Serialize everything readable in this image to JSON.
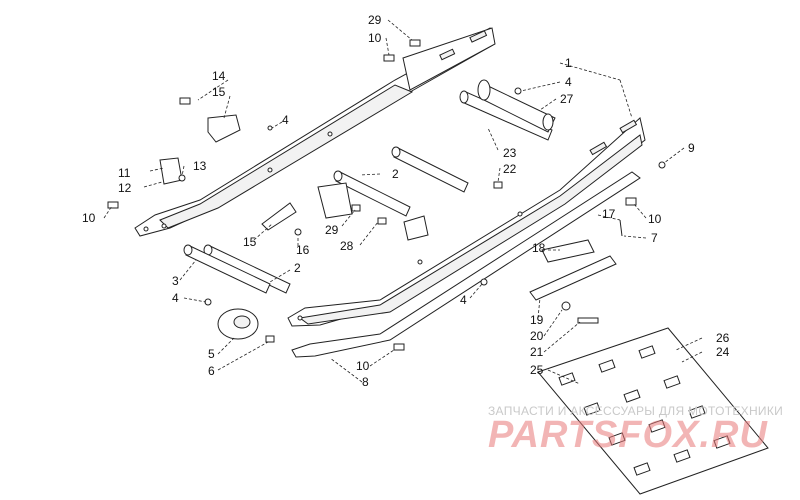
{
  "callouts": [
    {
      "id": "c29a",
      "text": "29"
    },
    {
      "id": "c10a",
      "text": "10"
    },
    {
      "id": "c1",
      "text": "1"
    },
    {
      "id": "c4a",
      "text": "4"
    },
    {
      "id": "c27",
      "text": "27"
    },
    {
      "id": "c14",
      "text": "14"
    },
    {
      "id": "c15a",
      "text": "15"
    },
    {
      "id": "c4b",
      "text": "4"
    },
    {
      "id": "c9",
      "text": "9"
    },
    {
      "id": "c11",
      "text": "11"
    },
    {
      "id": "c13",
      "text": "13"
    },
    {
      "id": "c12",
      "text": "12"
    },
    {
      "id": "c23",
      "text": "23"
    },
    {
      "id": "c22",
      "text": "22"
    },
    {
      "id": "c2a",
      "text": "2"
    },
    {
      "id": "c10b",
      "text": "10"
    },
    {
      "id": "c17",
      "text": "17"
    },
    {
      "id": "c10c",
      "text": "10"
    },
    {
      "id": "c7",
      "text": "7"
    },
    {
      "id": "c29b",
      "text": "29"
    },
    {
      "id": "c28",
      "text": "28"
    },
    {
      "id": "c15b",
      "text": "15"
    },
    {
      "id": "c16",
      "text": "16"
    },
    {
      "id": "c18",
      "text": "18"
    },
    {
      "id": "c3",
      "text": "3"
    },
    {
      "id": "c2b",
      "text": "2"
    },
    {
      "id": "c4c",
      "text": "4"
    },
    {
      "id": "c4d",
      "text": "4"
    },
    {
      "id": "c19",
      "text": "19"
    },
    {
      "id": "c20",
      "text": "20"
    },
    {
      "id": "c21",
      "text": "21"
    },
    {
      "id": "c5",
      "text": "5"
    },
    {
      "id": "c6",
      "text": "6"
    },
    {
      "id": "c26",
      "text": "26"
    },
    {
      "id": "c24",
      "text": "24"
    },
    {
      "id": "c25",
      "text": "25"
    },
    {
      "id": "c10d",
      "text": "10"
    },
    {
      "id": "c8",
      "text": "8"
    }
  ],
  "watermark": {
    "caption": "ЗАПЧАСТИ И АКСЕССУАРЫ ДЛЯ МОТОТЕХНИКИ",
    "brand": "PARTSFOX.RU",
    "color": "#e87878"
  }
}
